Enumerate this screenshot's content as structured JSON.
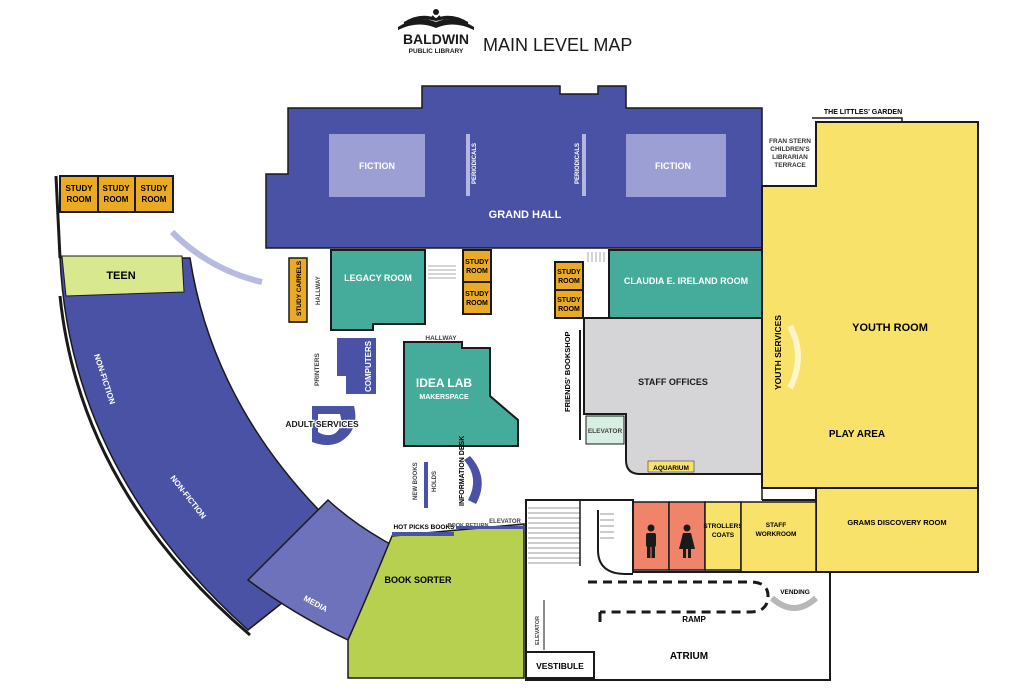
{
  "header": {
    "logo_line1": "BALDWIN",
    "logo_line2": "PUBLIC LIBRARY",
    "map_title": "MAIN LEVEL MAP"
  },
  "rooms": {
    "grand_hall": "GRAND HALL",
    "fiction_left": "FICTION",
    "fiction_right": "FICTION",
    "periodicals_left": "PERIODICALS",
    "periodicals_right": "PERIODICALS",
    "study_room": "STUDY",
    "study_room2": "ROOM",
    "teen": "TEEN",
    "study_carrels": "STUDY CARRELS",
    "hallway_left": "HALLWAY",
    "legacy_room": "LEGACY ROOM",
    "claudia_room": "CLAUDIA E. IRELAND ROOM",
    "hallway_mid": "HALLWAY",
    "printers": "PRINTERS",
    "computers": "COMPUTERS",
    "idea_lab": "IDEA LAB",
    "makerspace": "MAKERSPACE",
    "adult_services": "ADULT SERVICES",
    "non_fiction_upper": "NON-FICTION",
    "non_fiction_lower": "NON-FICTION",
    "media": "MEDIA",
    "new_books": "NEW BOOKS",
    "holds": "HOLDS",
    "information_desk": "INFORMATION DESK",
    "hot_picks": "HOT PICKS BOOKS",
    "book_return": "BOOK RETURN",
    "elevator_lower": "ELEVATOR",
    "book_sorter": "BOOK SORTER",
    "friends_bookshop": "FRIENDS' BOOKSHOP",
    "staff_offices": "STAFF OFFICES",
    "elevator_mid": "ELEVATOR",
    "aquarium": "AQUARIUM",
    "youth_services": "YOUTH SERVICES",
    "youth_room": "YOUTH ROOM",
    "play_area": "PLAY AREA",
    "littles_garden": "THE LITTLES' GARDEN",
    "terrace_1": "FRAN STERN",
    "terrace_2": "CHILDREN'S",
    "terrace_3": "LIBRARIAN",
    "terrace_4": "TERRACE",
    "strollers": "STROLLERS",
    "coats": "COATS",
    "staff_workroom_1": "STAFF",
    "staff_workroom_2": "WORKROOM",
    "grams_room": "GRAMS DISCOVERY ROOM",
    "vending": "VENDING",
    "ramp": "RAMP",
    "atrium": "ATRIUM",
    "vestibule": "VESTIBULE",
    "elevator_atrium": "ELEVATOR"
  },
  "colors": {
    "blue": "#4a52a6",
    "light_blue": "#9c9fd3",
    "media": "#6e72bb",
    "teal": "#45ab9a",
    "gold": "#eaaa22",
    "yellow": "#f9e26a",
    "green": "#b7d04f",
    "light_green": "#d8e88f",
    "gray": "#d5d5d8",
    "salmon": "#f0846b",
    "black": "#1a1a1a"
  }
}
